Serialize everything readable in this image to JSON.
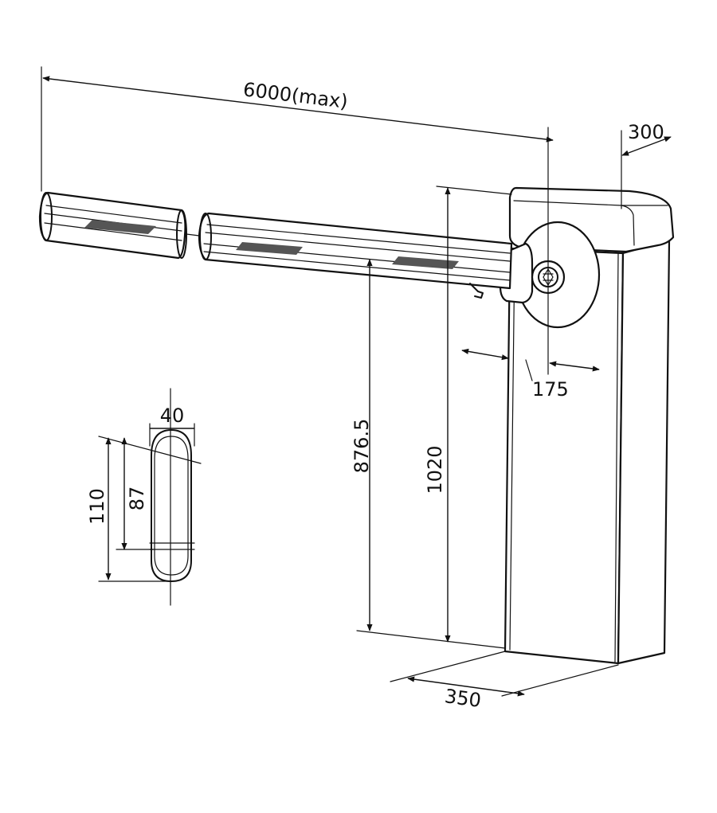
{
  "dimensions": {
    "boom_length": "6000(max)",
    "cabinet_depth": "300",
    "pivot_offset": "175",
    "boom_height": "876.5",
    "cabinet_height": "1020",
    "cabinet_width": "350",
    "profile_width": "40",
    "profile_height_outer": "110",
    "profile_height_inner": "87"
  },
  "colors": {
    "line": "#111111",
    "reflector": "#555555",
    "background": "#ffffff"
  }
}
